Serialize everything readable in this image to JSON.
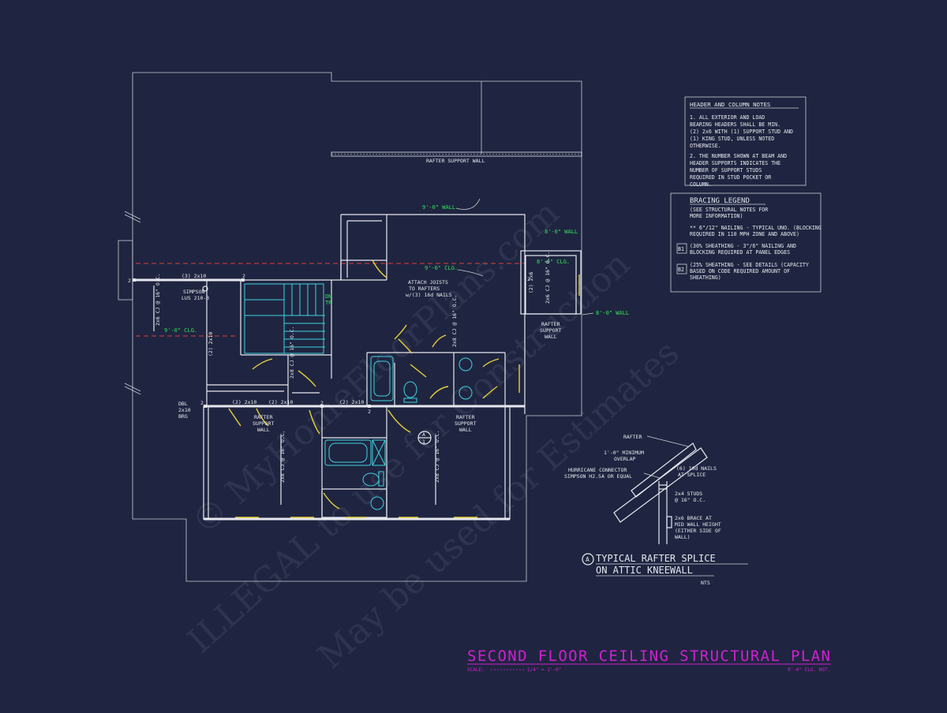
{
  "watermark": {
    "line1": "© MyHomeFloorPlans.com",
    "line2": "ILLEGAL to use for Construction",
    "line3": "May be used for Estimates"
  },
  "header_notes": {
    "title": "HEADER AND COLUMN NOTES",
    "lines": [
      "1. ALL EXTERIOR AND LOAD",
      "BEARING HEADERS SHALL BE MIN.",
      "(2) 2x6 WITH (1) SUPPORT STUD AND",
      "(1) KING STUD, UNLESS NOTED",
      "OTHERWISE.",
      "",
      "2. THE NUMBER SHOWN AT BEAM AND",
      "HEADER SUPPORTS INDICATES THE",
      "NUMBER OF SUPPORT STUDS",
      "REQUIRED IN STUD POCKET OR",
      "COLUMN."
    ]
  },
  "bracing_legend": {
    "title": "BRACING LEGEND",
    "subtitle_lines": [
      "(SEE STRUCTURAL NOTES FOR",
      "MORE INFORMATION)"
    ],
    "item1_lines": [
      "** 6\"/12\" NAILING - TYPICAL UNO. (BLOCKING",
      "REQUIRED IN 110 MPH ZONE AND ABOVE)"
    ],
    "b1_tag": "B1",
    "b1_lines": [
      "(30% SHEATHING - 3\"/6\" NAILING AND",
      "BLOCKING REQUIRED AT PANEL EDGES"
    ],
    "b2_tag": "B2",
    "b2_lines": [
      "(25% SHEATHING - SEE DETAILS (CAPACITY",
      "BASED ON CODE REQUIRED AMOUNT OF",
      "SHEATHING)"
    ]
  },
  "plan_labels": {
    "rafter_support_wall_top": "RAFTER SUPPORT WALL",
    "wall_9_top": "9'-0\" WALL",
    "wall_8_right_top": "8'-0\" WALL",
    "clg_8": "8'-0\" CLG.",
    "clg_9_center": "9'-0\" CLG.",
    "clg_9_left": "9'-0\" CLG.",
    "wall_8_right_bottom": "8'-0\" WALL",
    "header_2x10_top": "(3) 2x10",
    "simpson_1": "SIMPSON",
    "simpson_2": "LUS 210-3",
    "attach_1": "ATTACH JOISTS",
    "attach_2": "TO RAFTERS",
    "attach_3": "w/(3) 16d NAILS",
    "dn": "DN",
    "tr": "TR",
    "cj_left": "2x6 CJ @ 16\" O.C.",
    "cj_mid_left": "2x8 CJ @ 16\" O.C.",
    "cj_mid_right": "2x8 CJ @ 16\" O.C.",
    "cj_right": "2x6 CJ @ 16\" O.C.",
    "cj_lower_left": "2x8 CJ @ 16\" O.C.",
    "cj_lower_right": "2x8 CJ @ 16\" O.C.",
    "hdr_2x10_vert": "(2) 2x10",
    "hdr_2x6_vert": "(2) 2x6",
    "rsw_right_1": "RAFTER",
    "rsw_right_2": "SUPPORT",
    "rsw_right_3": "WALL",
    "dbl_1": "DBL",
    "dbl_2": "2x10",
    "dbl_3": "BRG",
    "hdr_2x10_a": "(2) 2x10",
    "hdr_2x10_b": "(2) 2x10",
    "hdr_2x10_c": "(2) 2x10",
    "rsw_left_1": "RAFTER",
    "rsw_left_2": "SUPPORT",
    "rsw_left_3": "WALL",
    "rsw_mid_1": "RAFTER",
    "rsw_mid_2": "SUPPORT",
    "rsw_mid_3": "WALL",
    "section_a": "A",
    "section_num": "1",
    "stud_count": "2"
  },
  "detail": {
    "rafter": "RAFTER",
    "overlap_1": "1'-0\" MINIMUM",
    "overlap_2": "OVERLAP",
    "hurricane_1": "HURRICANE CONNECTOR",
    "hurricane_2": "SIMPSON H2.5A OR EQUAL",
    "nails_1": "(6) 10d NAILS",
    "nails_2": "AT SPLICE",
    "studs_1": "2x4 STUDS",
    "studs_2": "@ 16\" O.C.",
    "brace_1": "2x6 BRACE AT",
    "brace_2": "MID WALL HEIGHT",
    "brace_3": "(EITHER SIDE OF",
    "brace_4": "WALL)",
    "tag": "A",
    "title_1": "TYPICAL RAFTER SPLICE",
    "title_2": "ON ATTIC KNEEWALL",
    "scale": "NTS"
  },
  "title_block": {
    "title": "SECOND FLOOR CEILING STRUCTURAL PLAN",
    "scale_label": "SCALE:",
    "scale_value": "1/4\" = 1'-0\"",
    "ceiling_height": "9'-0\" CLG. HGT.",
    "title_color": "#d020d0"
  }
}
